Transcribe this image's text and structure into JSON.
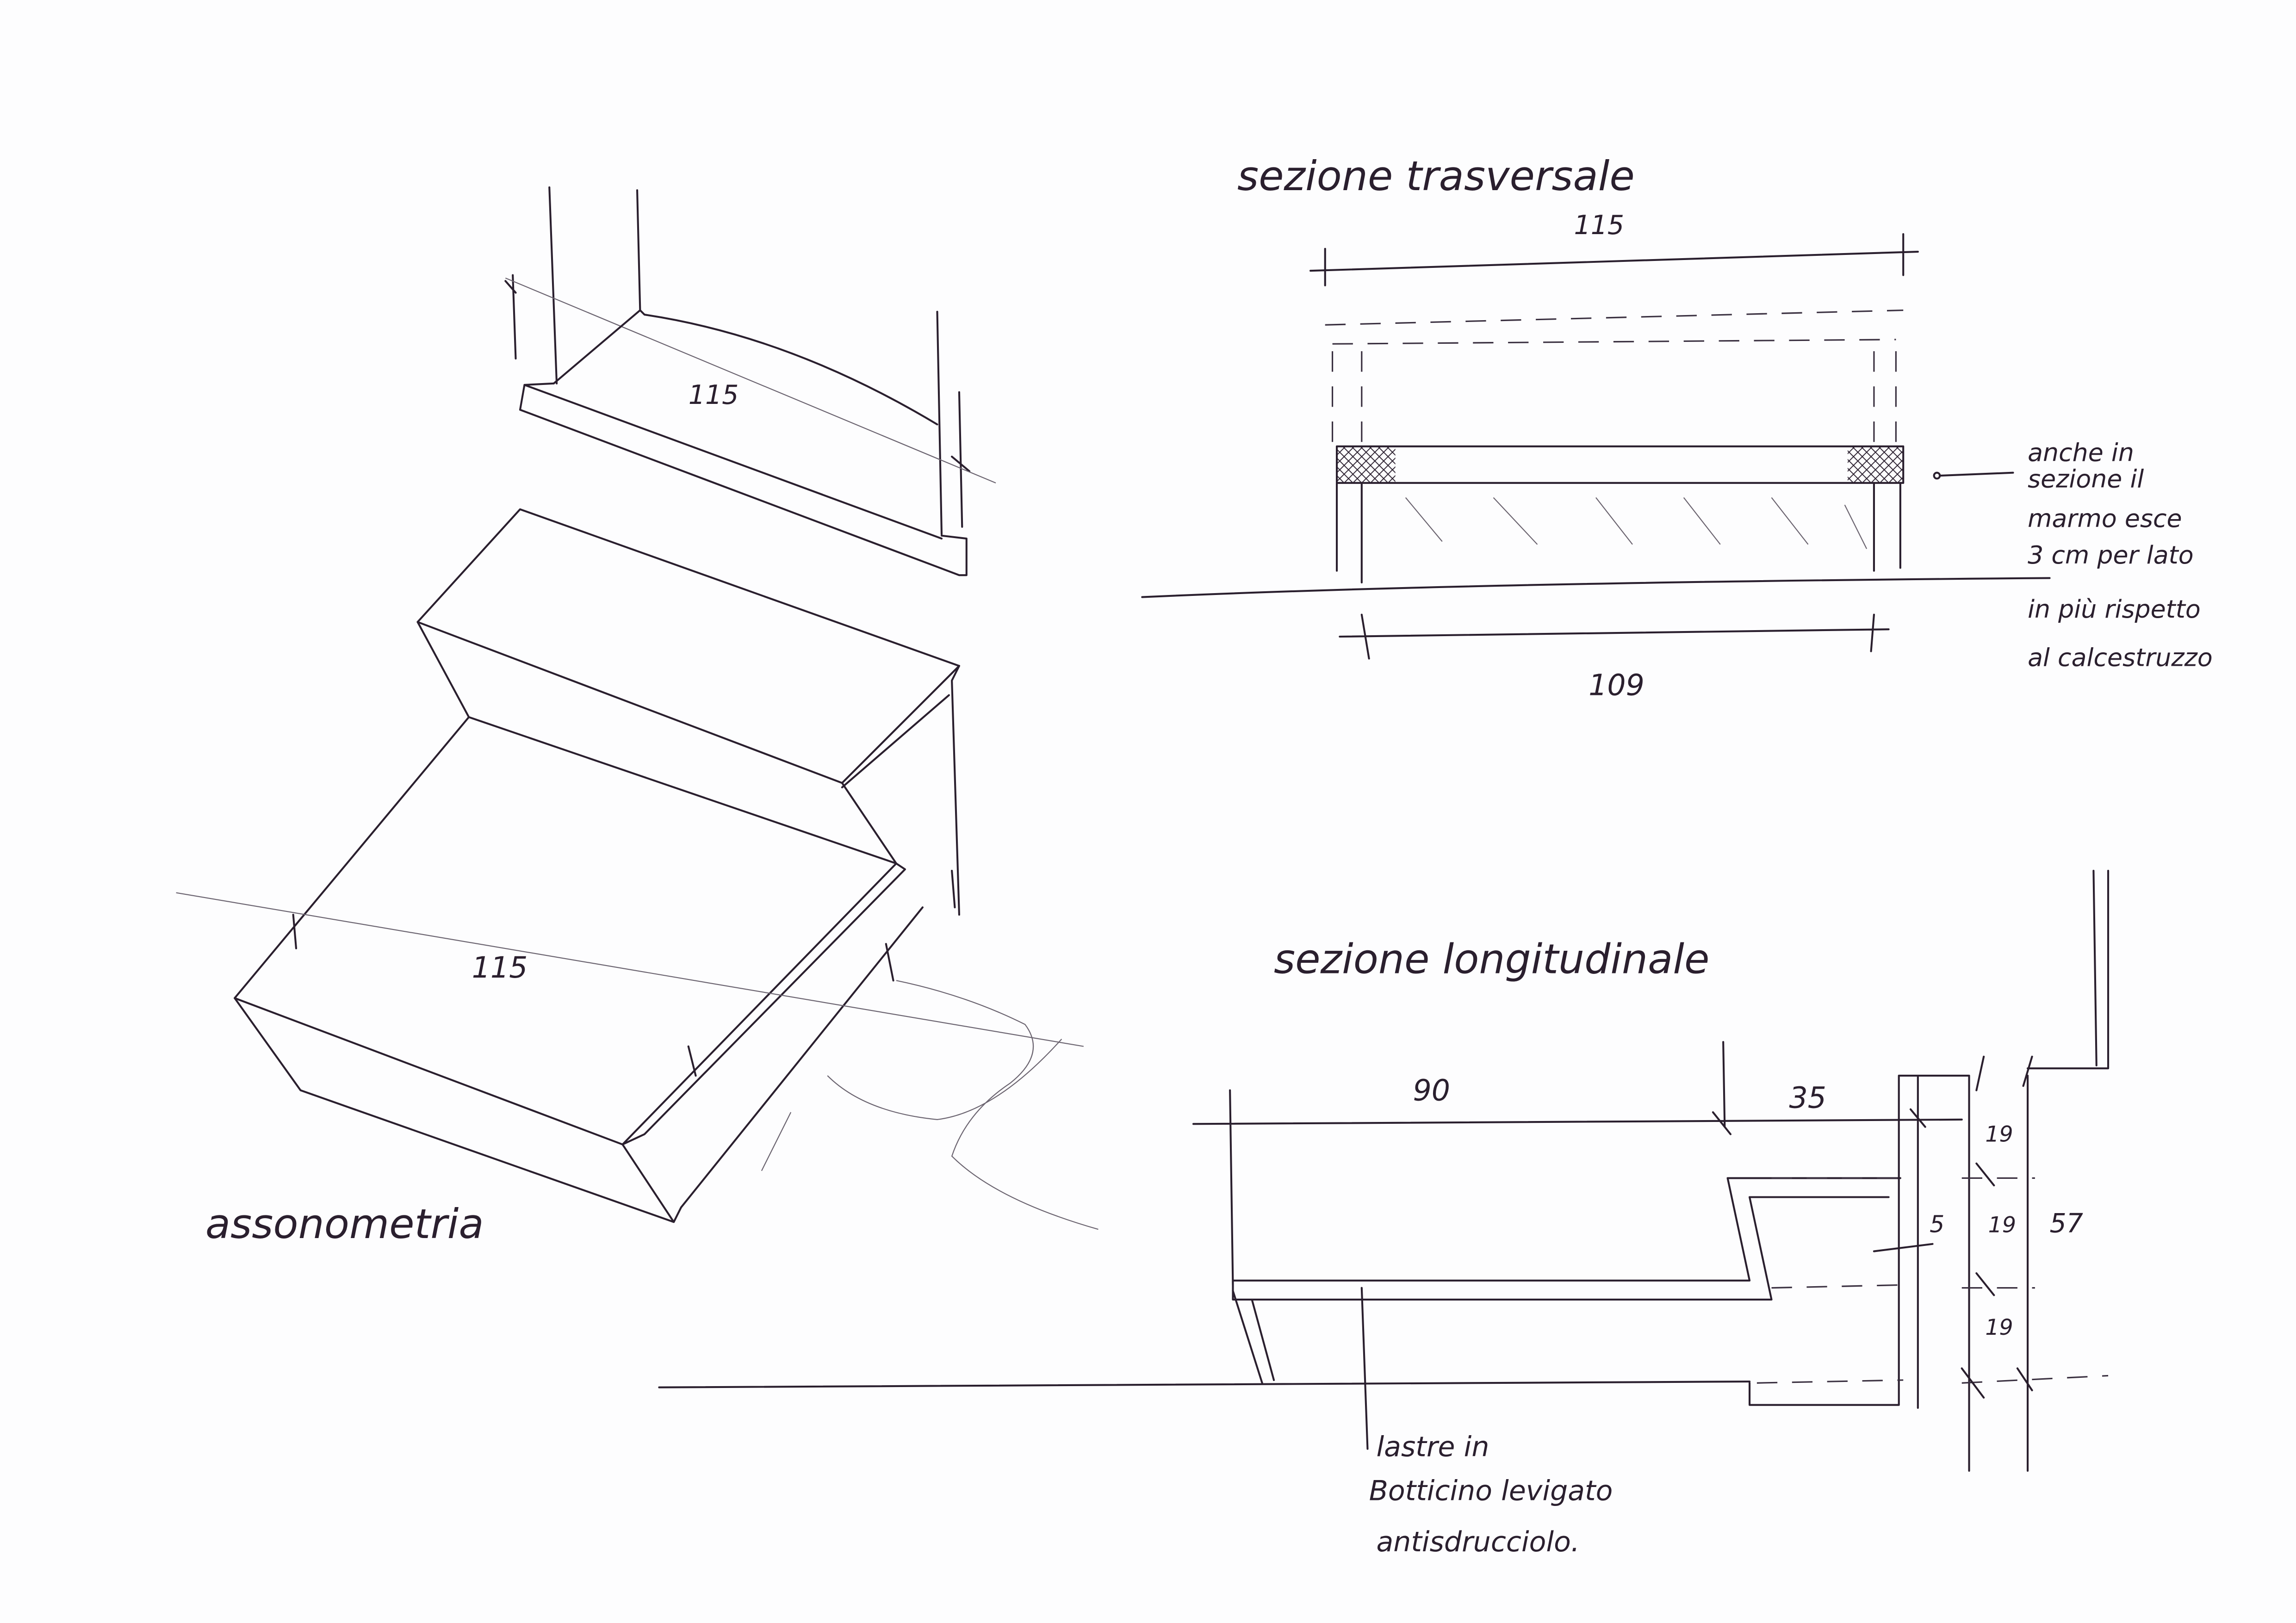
{
  "axonometric": {
    "title": "assonometria",
    "dim_upper": "115",
    "dim_lower": "115"
  },
  "cross_section": {
    "title": "sezione trasversale",
    "dim_total": "115",
    "dim_concrete": "109",
    "note_lines": [
      "anche in",
      "sezione il",
      "marmo esce",
      "3 cm per lato",
      "in più rispetto",
      "al calcestruzzo"
    ]
  },
  "long_section": {
    "title": "sezione longitudinale",
    "dim_tread": "90",
    "dim_overhang": "35",
    "dim_thickness": "5",
    "dim_riser_1": "19",
    "dim_riser_2": "19",
    "dim_riser_3": "19",
    "dim_total_height": "57",
    "note_lines": [
      "lastre in",
      "Botticino levigato",
      "antisdrucciolo."
    ]
  }
}
